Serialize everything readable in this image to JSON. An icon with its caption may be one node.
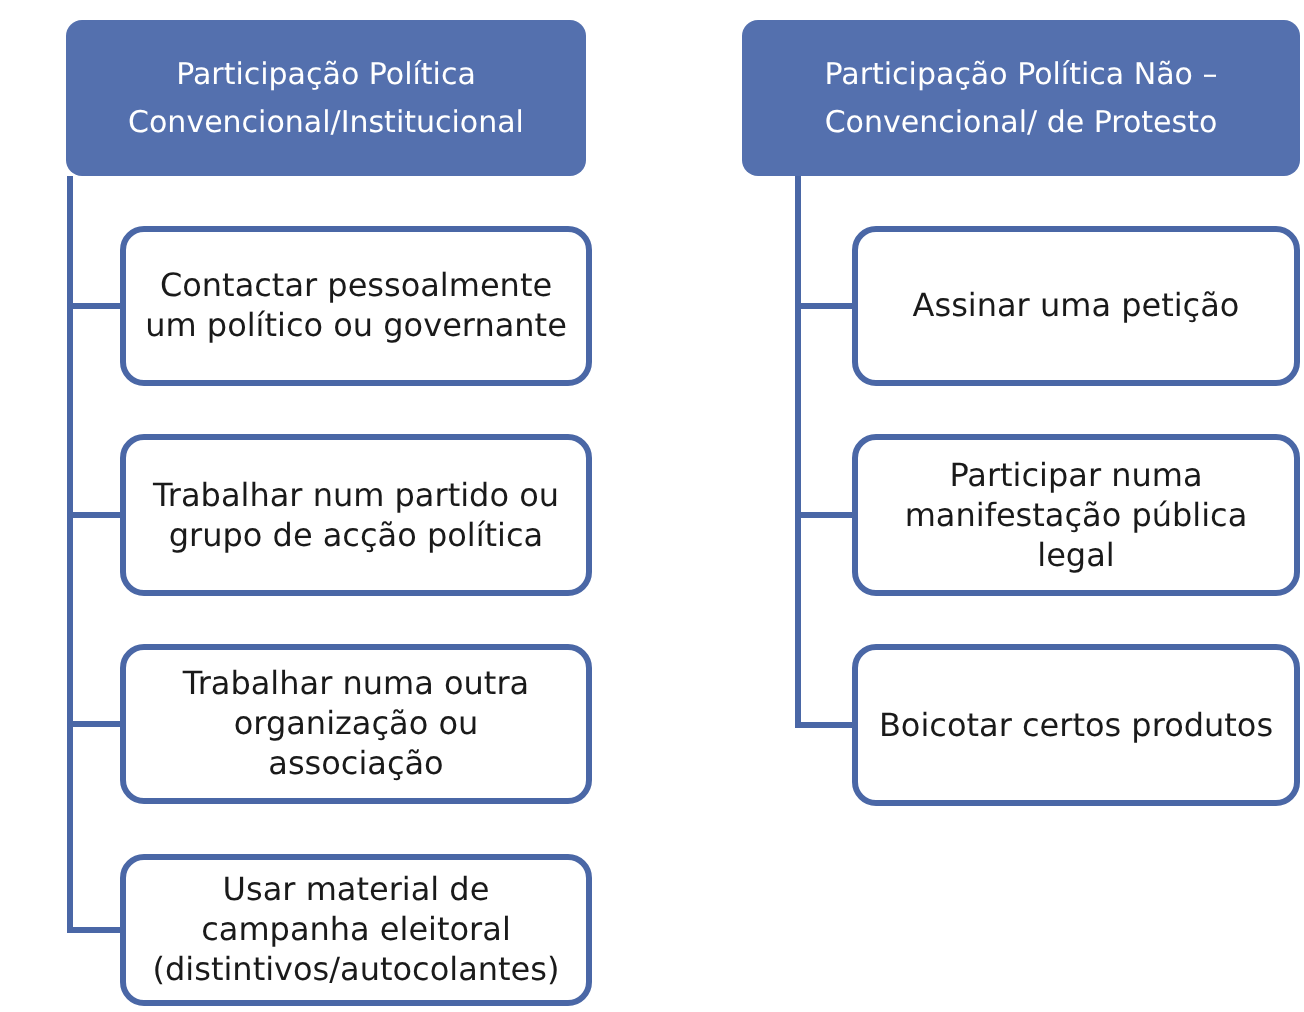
{
  "diagram": {
    "nodes": [
      {
        "text": [
          "Participação Política Convencional/Institucional"
        ]
      },
      {
        "text": [
          "Contactar pessoalmente um político ou governante"
        ]
      },
      {
        "text": [
          "Trabalhar num partido ou grupo de acção política"
        ]
      },
      {
        "text": [
          "Trabalhar numa outra organização ou associação"
        ]
      },
      {
        "text": [
          "Usar material de campanha eleitoral (distintivos/autocolantes)"
        ]
      },
      {
        "text": [
          "Participação Política Não –Convencional/ de Protesto"
        ]
      },
      {
        "text": [
          "Assinar uma petição"
        ]
      },
      {
        "text": [
          "Participar numa manifestação pública legal"
        ]
      },
      {
        "text": [
          "Boicotar certos produtos"
        ]
      }
    ],
    "edges": [
      {
        "from": 0,
        "to": 1,
        "arrow": "none"
      },
      {
        "from": 0,
        "to": 2,
        "arrow": "none"
      },
      {
        "from": 0,
        "to": 3,
        "arrow": "none"
      },
      {
        "from": 0,
        "to": 4,
        "arrow": "none"
      },
      {
        "from": 5,
        "to": 6,
        "arrow": "none"
      },
      {
        "from": 5,
        "to": 7,
        "arrow": "none"
      },
      {
        "from": 5,
        "to": 8,
        "arrow": "none"
      }
    ]
  }
}
